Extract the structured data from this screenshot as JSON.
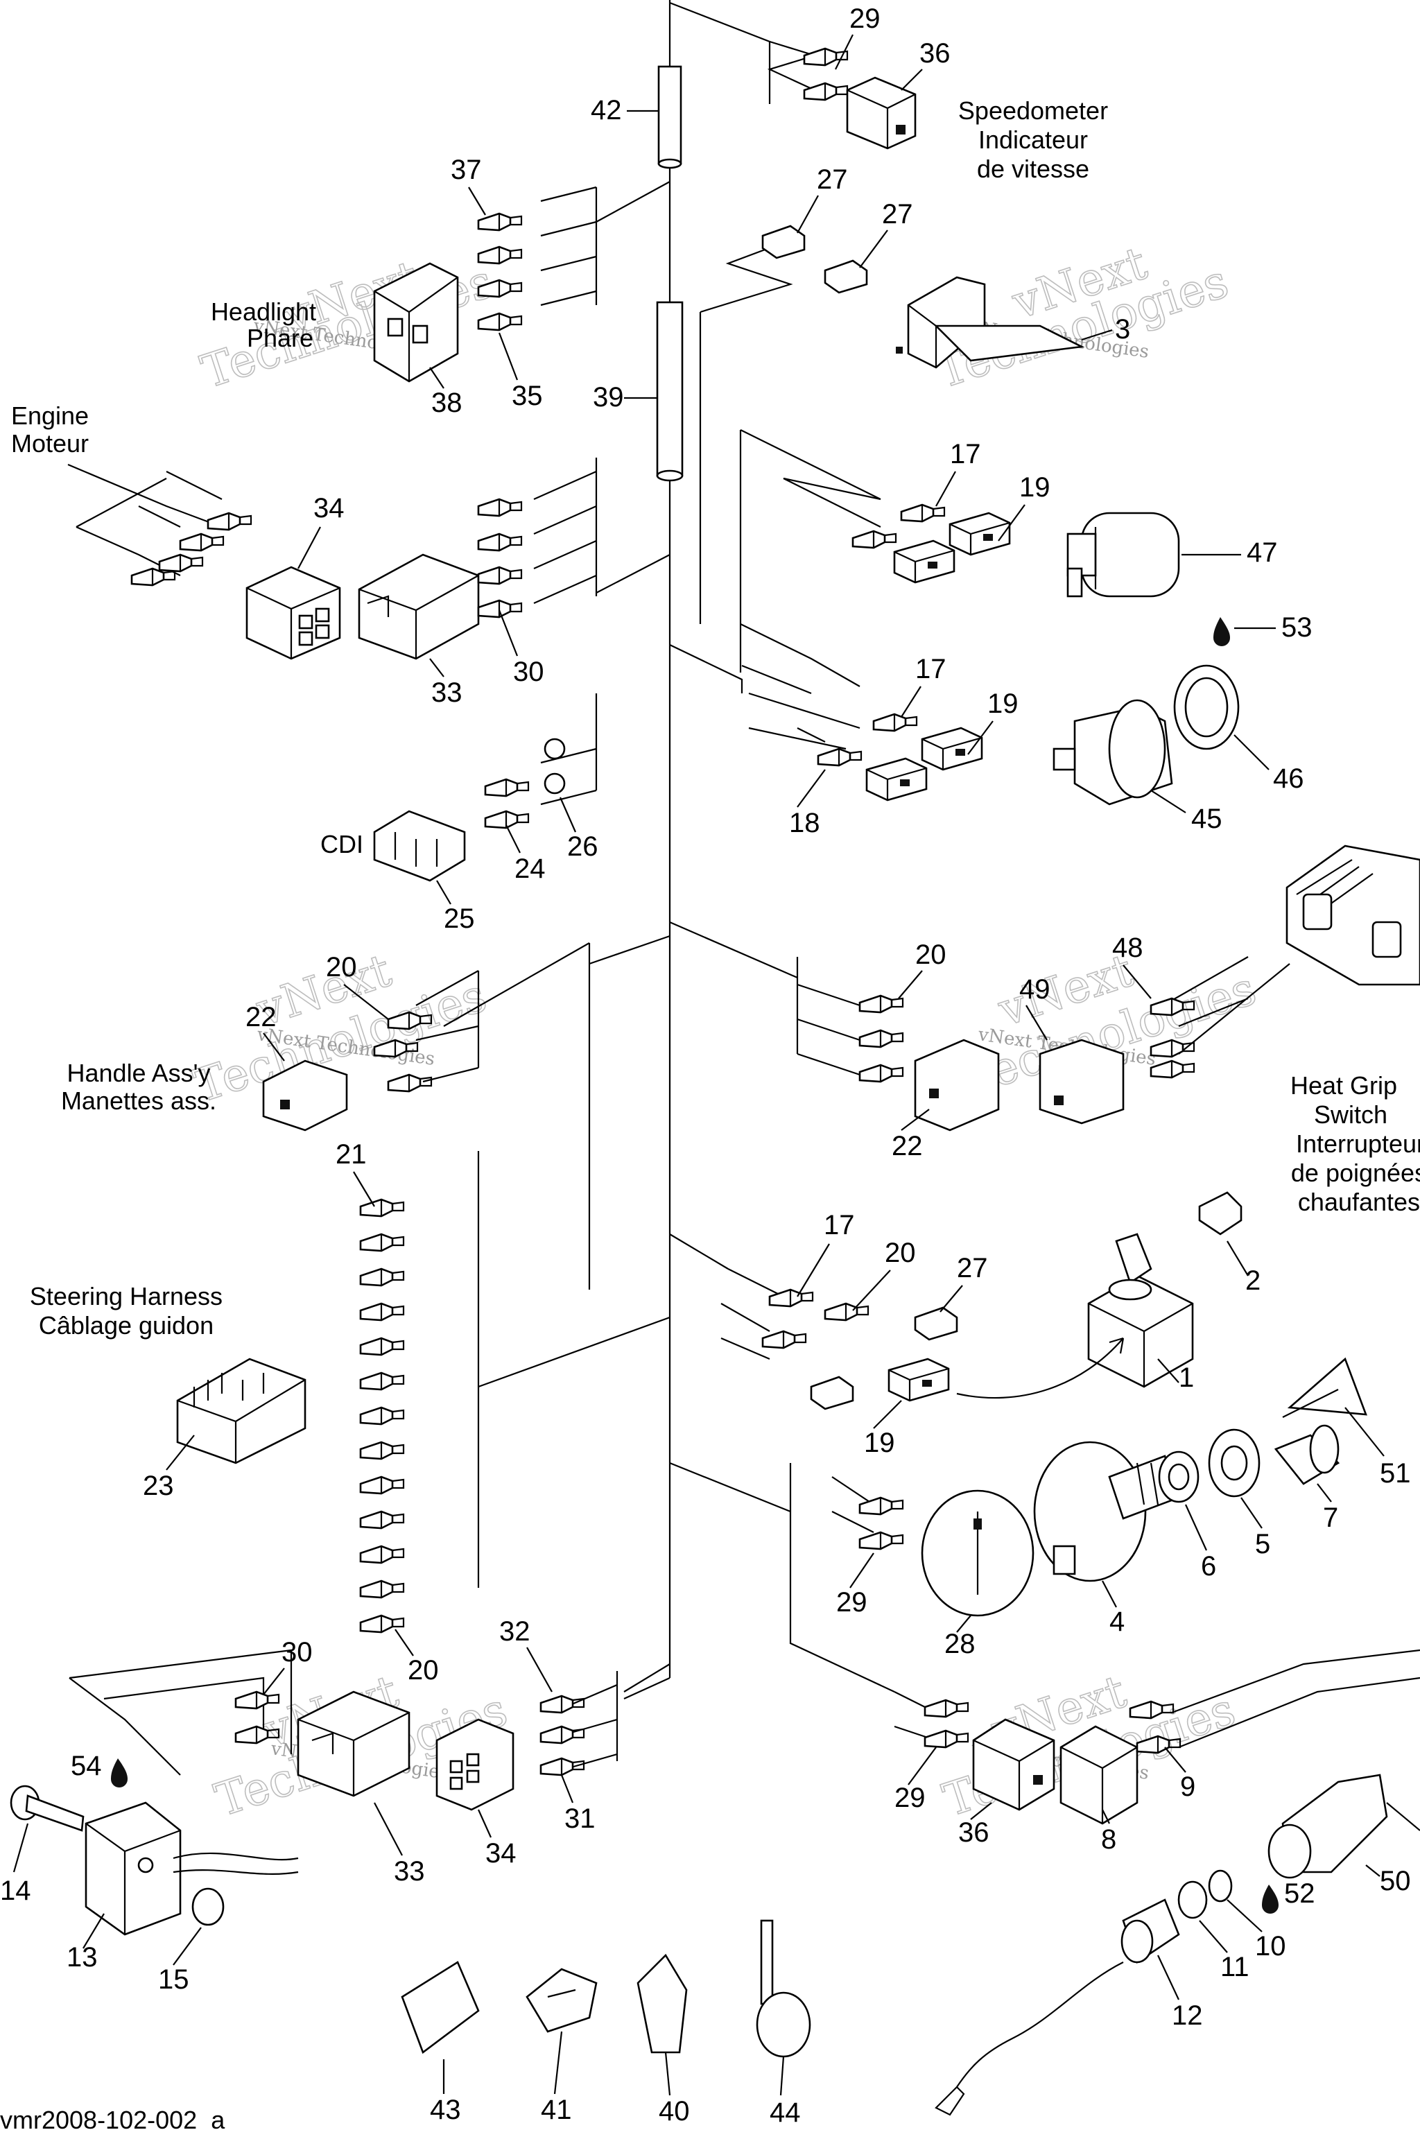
{
  "figure_code": "vmr2008-102-002_a",
  "watermark": {
    "line1": "vNext",
    "line2": "Technologies",
    "caption": "vNext Technologies"
  },
  "labels": {
    "speedometer": [
      "Speedometer",
      "Indicateur",
      "de vitesse"
    ],
    "headlight": [
      "Headlight",
      "Phare"
    ],
    "engine": [
      "Engine",
      "Moteur"
    ],
    "cdi": "CDI",
    "handle": [
      "Handle Ass'y",
      "Manettes ass."
    ],
    "heat_grip": [
      "Heat Grip",
      "Switch",
      "Interrupteur",
      "de poignées",
      "chaufantes"
    ],
    "steering": [
      "Steering Harness",
      "Câblage guidon"
    ]
  },
  "callouts": {
    "c29a": "29",
    "c36a": "36",
    "c42": "42",
    "c37": "37",
    "c27a": "27",
    "c27b": "27",
    "c3": "3",
    "c38": "38",
    "c35": "35",
    "c39": "39",
    "c17a": "17",
    "c19a": "19",
    "c47": "47",
    "c34a": "34",
    "c53": "53",
    "c33a": "33",
    "c30a": "30",
    "c17b": "17",
    "c19b": "19",
    "c46": "46",
    "c18": "18",
    "c45": "45",
    "c24": "24",
    "c26": "26",
    "c25": "25",
    "c20a": "20",
    "c48": "48",
    "c22a": "22",
    "c49": "49",
    "c22b": "22",
    "c21": "21",
    "c17c": "17",
    "c20b": "20",
    "c27c": "27",
    "c2": "2",
    "c1": "1",
    "c19c": "19",
    "c51": "51",
    "c23": "23",
    "c7": "7",
    "c5": "5",
    "c6": "6",
    "c29b": "29",
    "c28": "28",
    "c4": "4",
    "c20c": "20",
    "c32": "32",
    "c30b": "30",
    "c9": "9",
    "c54": "54",
    "c29c": "29",
    "c36b": "36",
    "c8": "8",
    "c50": "50",
    "c14": "14",
    "c33b": "33",
    "c34b": "34",
    "c31": "31",
    "c52": "52",
    "c10": "10",
    "c13": "13",
    "c15": "15",
    "c11": "11",
    "c12": "12",
    "c43": "43",
    "c41": "41",
    "c40": "40",
    "c44": "44"
  }
}
